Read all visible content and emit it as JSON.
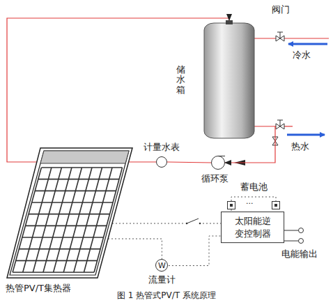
{
  "diagram": {
    "caption": "图 1 热管式PV/T 系统原理",
    "nodes": [
      {
        "text": [
          "储水箱"
        ]
      },
      {
        "text": [
          "热管PV/T集热器"
        ]
      },
      {
        "text": [
          "计量水表"
        ]
      },
      {
        "text": [
          "循环泵"
        ]
      },
      {
        "text": [
          "太阳能逆变控制器"
        ]
      },
      {
        "text": [
          "蓄电池"
        ]
      },
      {
        "text": [
          "W",
          "流量计"
        ]
      }
    ],
    "edges": [
      {
        "from": 0,
        "to": 3,
        "arrow": "to"
      },
      {
        "from": 3,
        "to": 2,
        "arrow": "none"
      },
      {
        "from": 2,
        "to": 1,
        "arrow": "none"
      },
      {
        "from": 1,
        "to": 0,
        "arrow": "to"
      },
      {
        "from": 1,
        "to": 4,
        "arrow": "none"
      },
      {
        "from": 1,
        "to": 6,
        "arrow": "none"
      },
      {
        "from": 6,
        "to": 4,
        "arrow": "none"
      },
      {
        "from": 5,
        "to": 4,
        "arrow": "none"
      }
    ],
    "labels": [
      "阀门",
      "冷水",
      "热水",
      "电能输出",
      "..."
    ]
  }
}
